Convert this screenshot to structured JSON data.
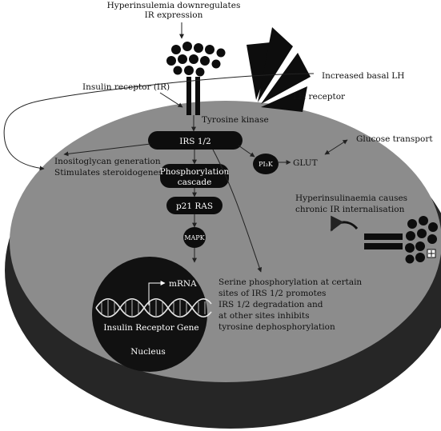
{
  "labels": {
    "hyperinsulinemia_line1": "Hyperinsulemia downregulates",
    "hyperinsulinemia_line2": "IR expression",
    "insulin_receptor": "Insulin receptor (IR)",
    "increased_basal_lh": "Increased basal LH",
    "lh_receptor": "LH receptor",
    "tyrosine_kinase": "Tyrosine kinase",
    "irs": "IRS 1/2",
    "inositoglycan_line1": "Inositoglycan generation",
    "inositoglycan_line2": "Stimulates steroidogenesis",
    "phosphorylation_line1": "Phosphorylation",
    "phosphorylation_line2": "cascade",
    "p21ras": "p21 RAS",
    "mapk": "MAPK",
    "pi3k": "PI₃K",
    "glut": "GLUT",
    "glucose_transport": "Glucose transport",
    "internalisation_line1": "Hyperinsulinaemia causes",
    "internalisation_line2": "chronic IR internalisation",
    "mrna": "mRNA",
    "insulin_receptor_gene": "Insulin Receptor Gene",
    "nucleus": "Nucleus",
    "serine_line1": "Serine phosphorylation at certain",
    "serine_line2": "sites of IRS 1/2 promotes",
    "serine_line3": "IRS 1/2 degradation and",
    "serine_line4": "at other sites inhibits",
    "serine_line5": "tyrosine dephosphorylation"
  },
  "colors": {
    "cell_body": "#8c8c8c",
    "cell_rim": "#2a2a2a",
    "node_fill": "#0d0d0d",
    "nucleus": "#111111",
    "background": "#ffffff"
  }
}
